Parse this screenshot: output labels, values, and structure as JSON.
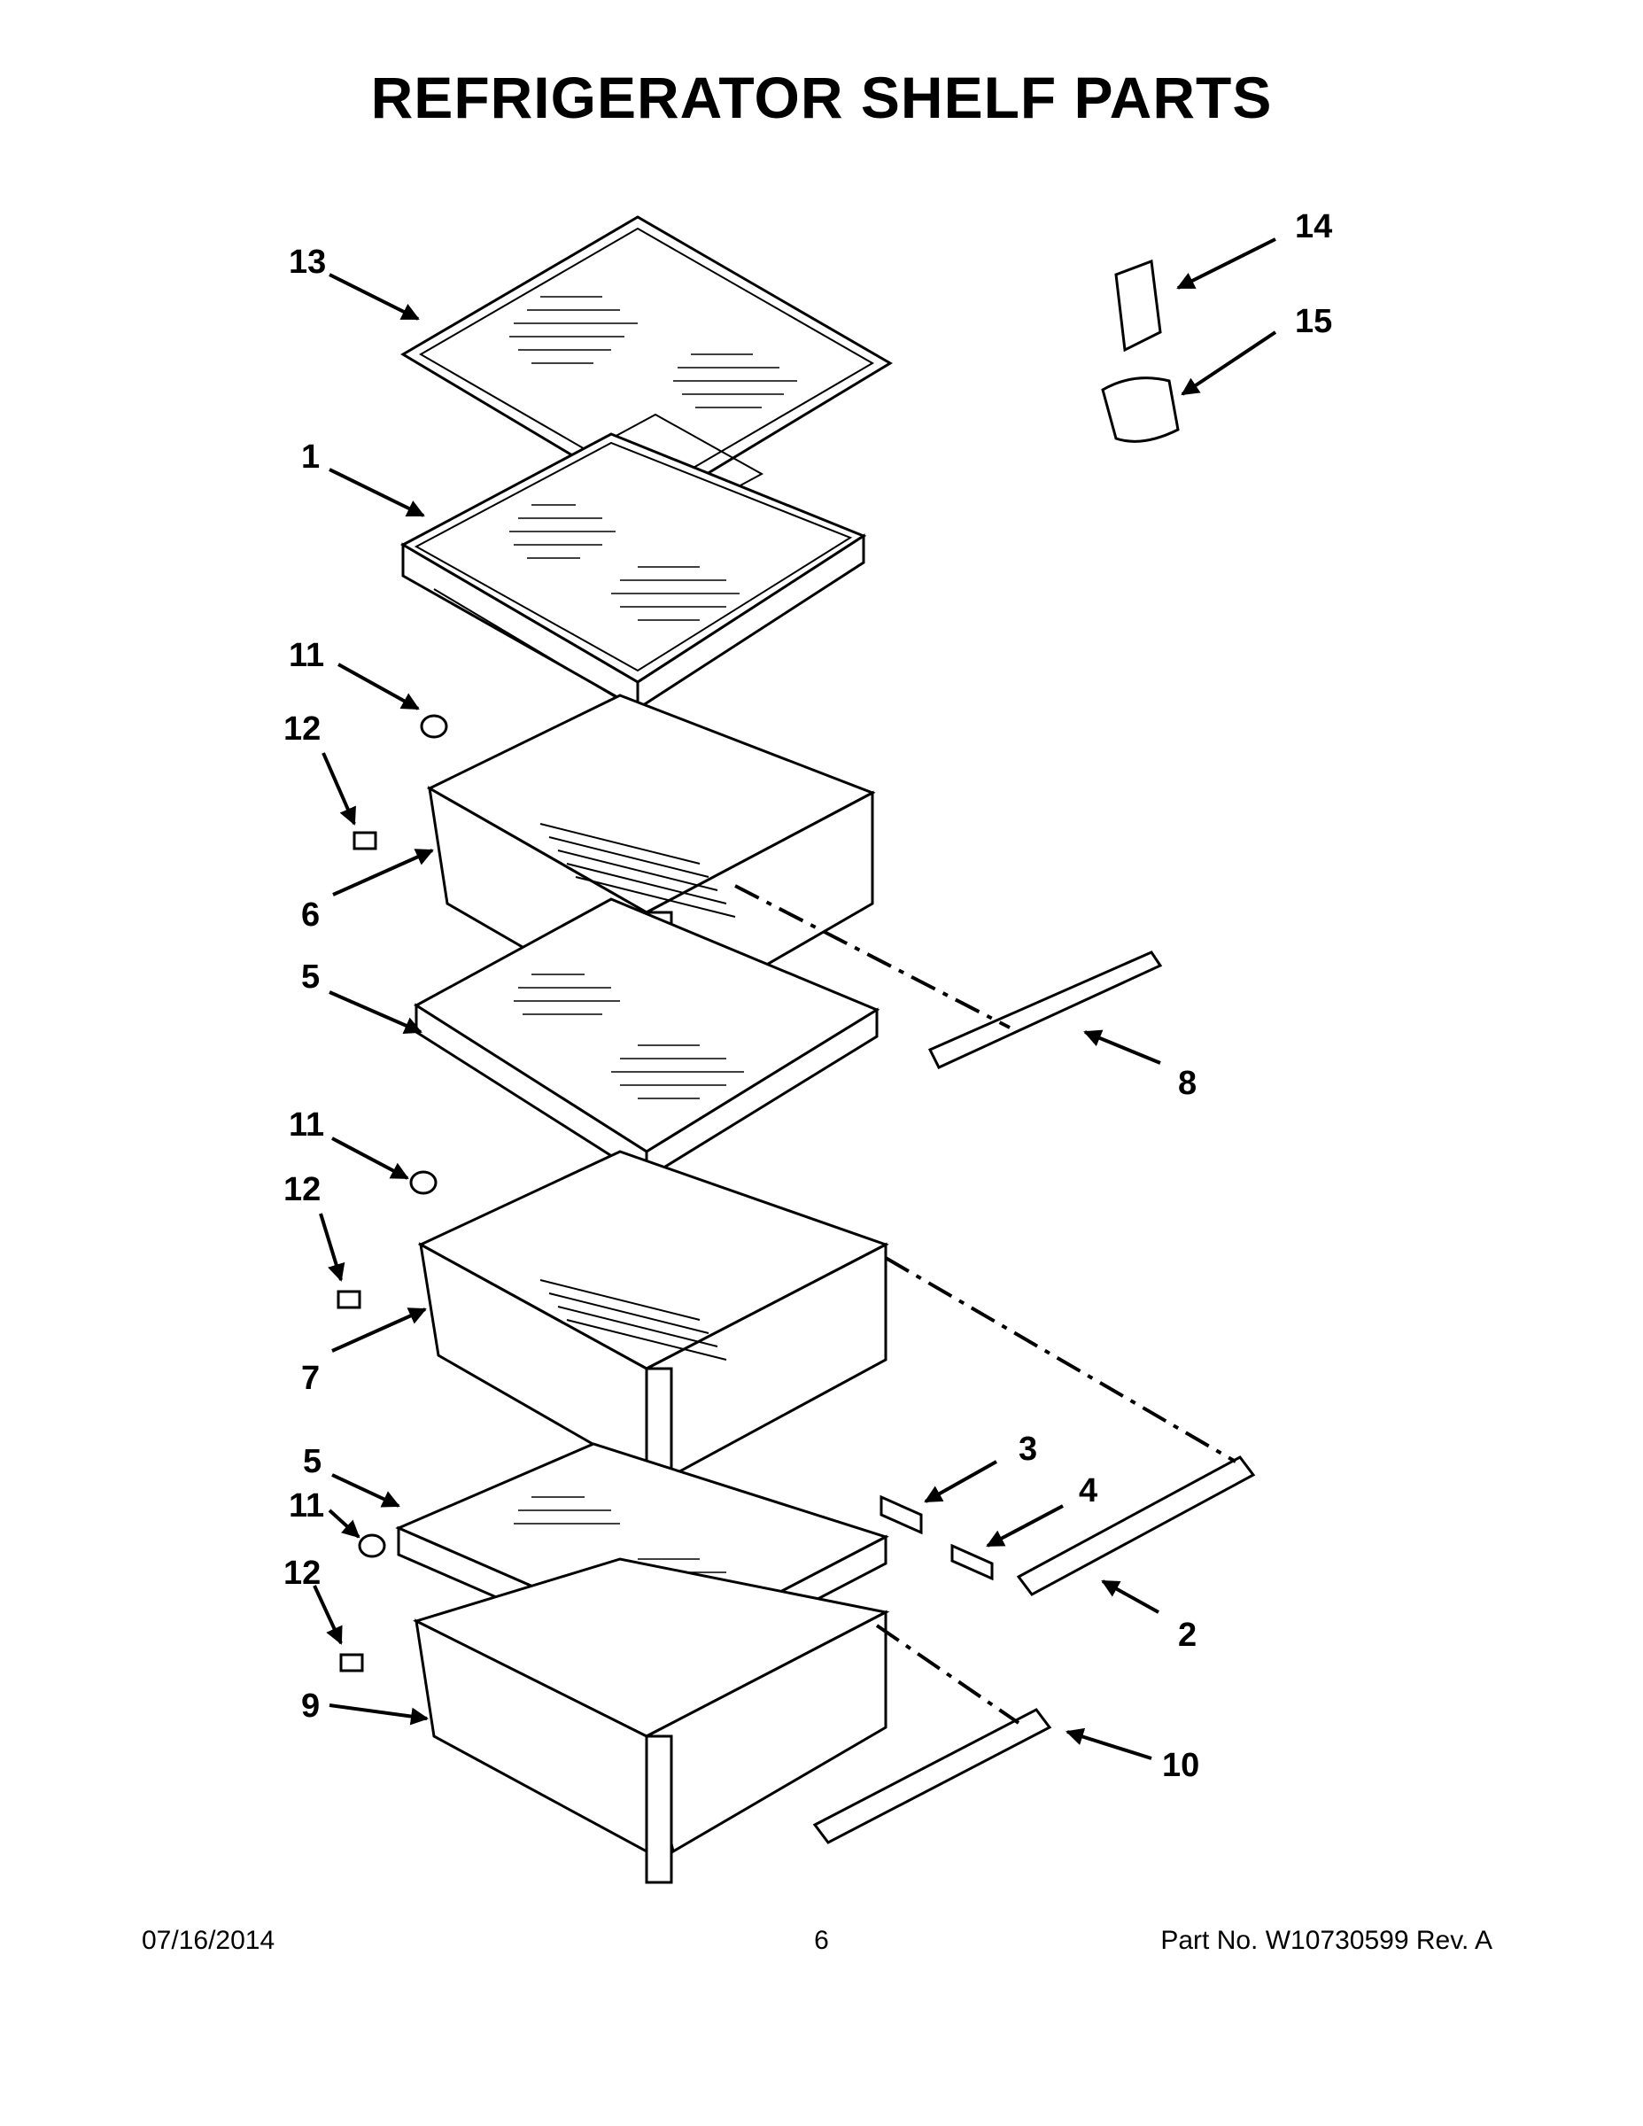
{
  "title": "REFRIGERATOR SHELF PARTS",
  "callouts": [
    {
      "id": "13",
      "text": "13"
    },
    {
      "id": "1",
      "text": "1"
    },
    {
      "id": "14",
      "text": "14"
    },
    {
      "id": "15",
      "text": "15"
    },
    {
      "id": "11a",
      "text": "11"
    },
    {
      "id": "12a",
      "text": "12"
    },
    {
      "id": "6",
      "text": "6"
    },
    {
      "id": "5a",
      "text": "5"
    },
    {
      "id": "8",
      "text": "8"
    },
    {
      "id": "11b",
      "text": "11"
    },
    {
      "id": "12b",
      "text": "12"
    },
    {
      "id": "7",
      "text": "7"
    },
    {
      "id": "3",
      "text": "3"
    },
    {
      "id": "4",
      "text": "4"
    },
    {
      "id": "5b",
      "text": "5"
    },
    {
      "id": "11c",
      "text": "11"
    },
    {
      "id": "12c",
      "text": "12"
    },
    {
      "id": "2",
      "text": "2"
    },
    {
      "id": "9",
      "text": "9"
    },
    {
      "id": "10",
      "text": "10"
    }
  ],
  "footer": {
    "date": "07/16/2014",
    "page": "6",
    "part_no": "Part No.  W10730599  Rev.  A"
  }
}
